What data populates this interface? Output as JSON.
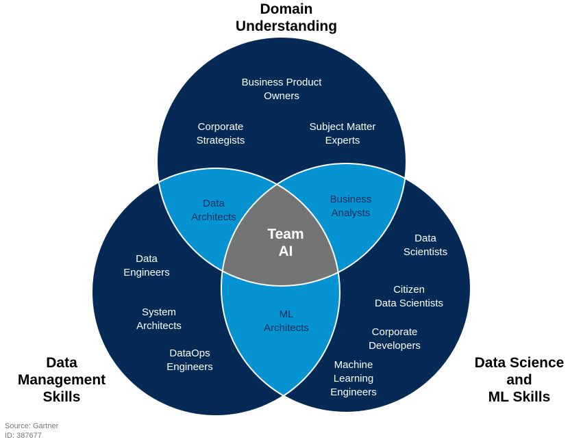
{
  "colors": {
    "circle": "#052a56",
    "pair_overlap": "#0693d2",
    "center_overlap": "#737575",
    "stroke": "#ffffff"
  },
  "circles": {
    "domain": {
      "heading": [
        "Domain",
        "Understanding"
      ],
      "members": [
        [
          "Business Product",
          "Owners"
        ],
        [
          "Corporate",
          "Strategists"
        ],
        [
          "Subject Matter",
          "Experts"
        ]
      ]
    },
    "data_management": {
      "heading": [
        "Data",
        "Management",
        "Skills"
      ],
      "members": [
        [
          "Data",
          "Engineers"
        ],
        [
          "System",
          "Architects"
        ],
        [
          "DataOps",
          "Engineers"
        ]
      ]
    },
    "data_science": {
      "heading": [
        "Data Science",
        "and",
        "ML Skills"
      ],
      "members": [
        [
          "Data",
          "Scientists"
        ],
        [
          "Citizen",
          "Data Scientists"
        ],
        [
          "Corporate",
          "Developers"
        ],
        [
          "Machine",
          "Learning",
          "Engineers"
        ]
      ]
    }
  },
  "overlaps": {
    "domain_data_management": [
      "Data",
      "Architects"
    ],
    "domain_data_science": [
      "Business",
      "Analysts"
    ],
    "data_management_data_science": [
      "ML",
      "Architects"
    ],
    "center": [
      "Team",
      "AI"
    ]
  },
  "source": {
    "line1": "Source: Gartner",
    "line2": "ID: 387677"
  }
}
